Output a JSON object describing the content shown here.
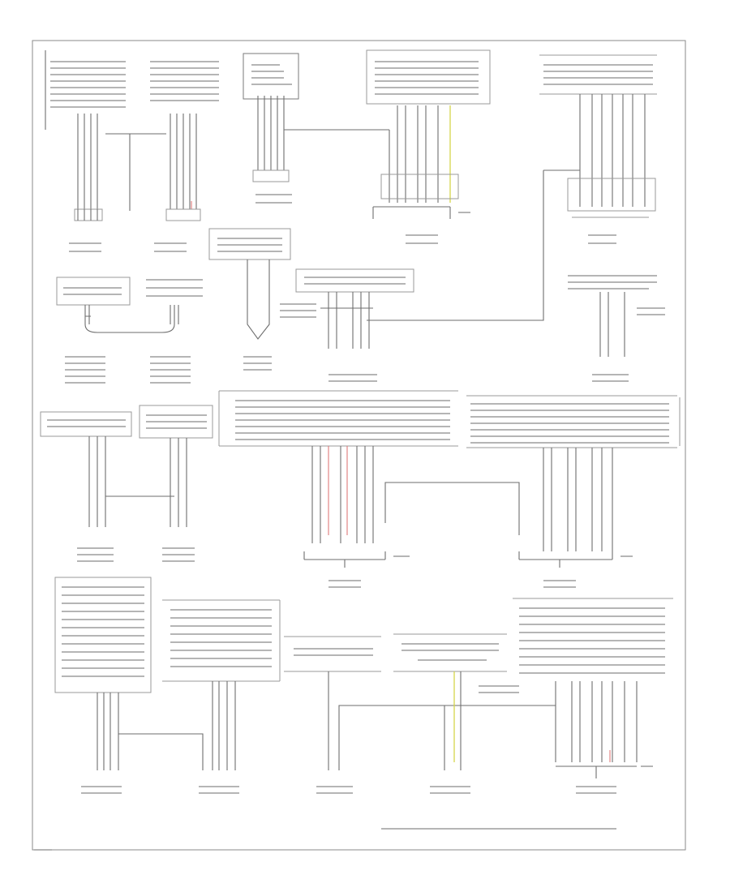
{
  "colors": {
    "wire": "#6e6e6e",
    "wire_red": "#e07a7a",
    "wire_yellow": "#d6d64a",
    "border": "#7a7a7a"
  },
  "footer": {
    "label": "",
    "note": ""
  },
  "components": [
    {
      "id": "c1",
      "name": "",
      "desc": ""
    },
    {
      "id": "c2",
      "name": "",
      "desc": ""
    },
    {
      "id": "c3",
      "name": "",
      "desc": ""
    },
    {
      "id": "c4",
      "name": "",
      "desc": ""
    },
    {
      "id": "c5",
      "name": "",
      "desc": ""
    },
    {
      "id": "c6",
      "name": "",
      "desc": ""
    },
    {
      "id": "c7",
      "name": "",
      "desc": ""
    },
    {
      "id": "c8",
      "name": "",
      "desc": ""
    }
  ]
}
